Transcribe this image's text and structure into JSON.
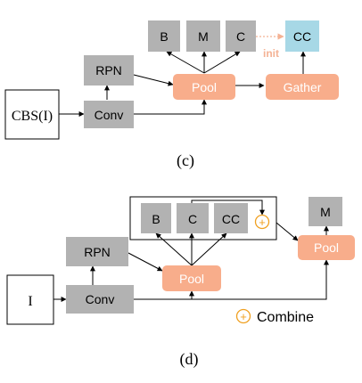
{
  "diagram_c": {
    "caption": "(c)",
    "input_label": "CBS(I)",
    "conv_label": "Conv",
    "rpn_label": "RPN",
    "pool_label": "Pool",
    "gather_label": "Gather",
    "head_b_label": "B",
    "head_m_label": "M",
    "head_c_label": "C",
    "head_cc_label": "CC",
    "init_label": "init"
  },
  "diagram_d": {
    "caption": "(d)",
    "input_label": "I",
    "conv_label": "Conv",
    "rpn_label": "RPN",
    "pool_label": "Pool",
    "pool2_label": "Pool",
    "head_b_label": "B",
    "head_c_label": "C",
    "head_cc_label": "CC",
    "head_m_label": "M",
    "combine_symbol": "+",
    "legend_combine_symbol": "+",
    "legend_combine_label": "Combine"
  },
  "colors": {
    "gray_box": "#b2b2b2",
    "orange_box": "#f8ad8b",
    "blue_box": "#a7d8e6",
    "combine_orange": "#f0a020",
    "init_arrow": "#f4b294"
  }
}
